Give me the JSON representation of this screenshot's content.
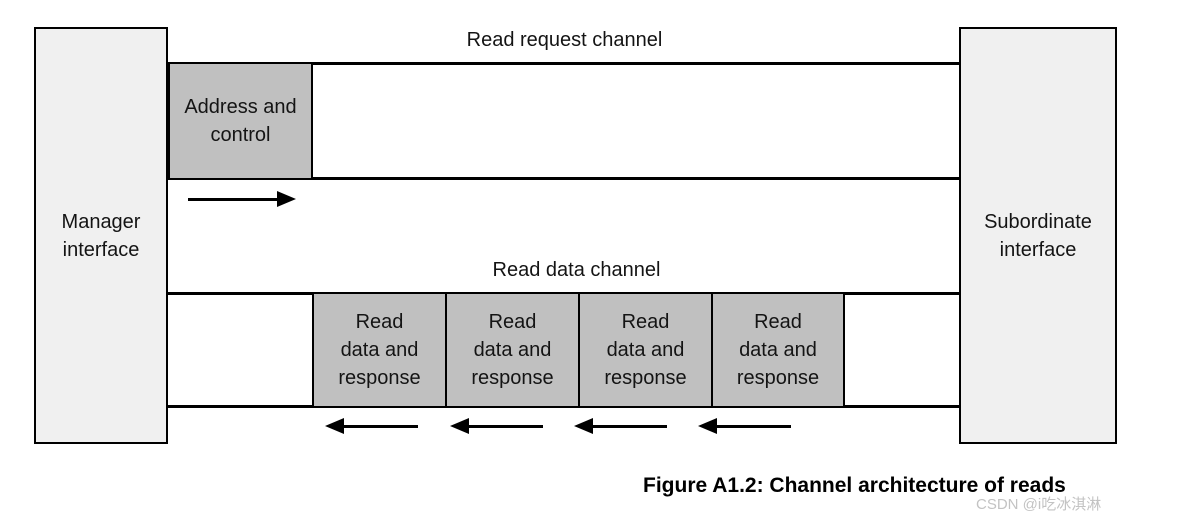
{
  "colors": {
    "interface_fill": "#f0f0f0",
    "payload_fill": "#c0c0c0",
    "line_color": "#000000",
    "text_color": "#141414",
    "watermark_color": "#c3c3c3"
  },
  "interfaces": {
    "manager": {
      "label": "Manager\ninterface"
    },
    "subordinate": {
      "label": "Subordinate\ninterface"
    }
  },
  "channels": {
    "read_request": {
      "label": "Read request channel",
      "arrow_direction": "right",
      "payloads": [
        {
          "label": "Address and\ncontrol"
        }
      ]
    },
    "read_data": {
      "label": "Read data channel",
      "arrow_direction": "left",
      "payloads": [
        {
          "label": "Read\ndata and\nresponse"
        },
        {
          "label": "Read\ndata and\nresponse"
        },
        {
          "label": "Read\ndata and\nresponse"
        },
        {
          "label": "Read\ndata and\nresponse"
        }
      ]
    }
  },
  "caption": "Figure A1.2: Channel architecture of reads",
  "watermark": "CSDN @i吃冰淇淋"
}
